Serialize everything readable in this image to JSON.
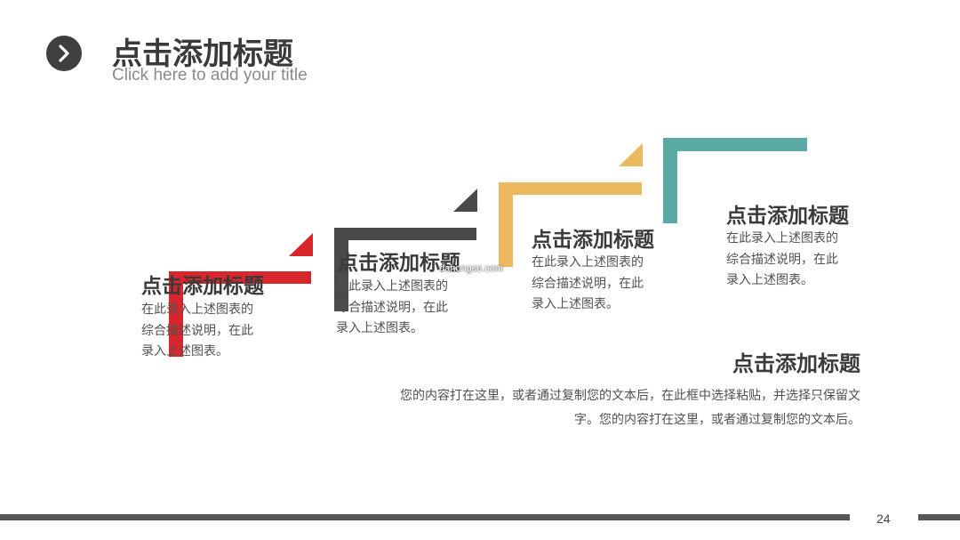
{
  "header": {
    "title": "点击添加标题",
    "subtitle": "Click here to add your title",
    "nav_icon": "chevron-right-icon"
  },
  "colors": {
    "red": "#d9262c",
    "dark": "#4a4a4a",
    "yellow": "#ecb85e",
    "teal": "#5aa9a5"
  },
  "steps": [
    {
      "title": "点击添加标题",
      "desc": [
        "在此录入上述图表的",
        "综合描述说明，在此",
        "录入上述图表。"
      ]
    },
    {
      "title": "点击添加标题",
      "desc": [
        "在此录入上述图表的",
        "综合描述说明，在此",
        "录入上述图表。"
      ]
    },
    {
      "title": "点击添加标题",
      "desc": [
        "在此录入上述图表的",
        "综合描述说明，在此",
        "录入上述图表。"
      ]
    },
    {
      "title": "点击添加标题",
      "desc": [
        "在此录入上述图表的",
        "综合描述说明，在此",
        "录入上述图表。"
      ]
    }
  ],
  "summary": {
    "title": "点击添加标题",
    "body": "您的内容打在这里，或者通过复制您的文本后，在此框中选择粘贴，并选择只保留文字。您的内容打在这里，或者通过复制您的文本后。"
  },
  "watermark": "dahongse.com",
  "footer": {
    "page_number": "24"
  }
}
